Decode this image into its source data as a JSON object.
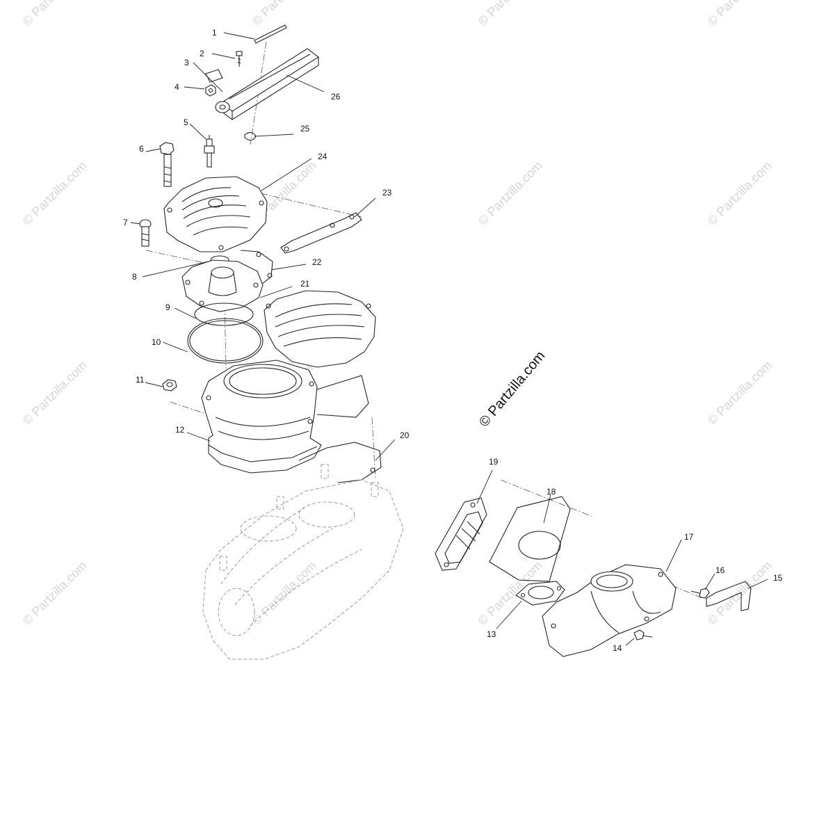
{
  "watermark": {
    "main_text": "© Partzilla.com",
    "repeat_text": "© Partzilla.com"
  },
  "callouts": {
    "p1": "1",
    "p2": "2",
    "p3": "3",
    "p4": "4",
    "p5": "5",
    "p6": "6",
    "p7": "7",
    "p8": "8",
    "p9": "9",
    "p10": "10",
    "p11": "11",
    "p12": "12",
    "p13": "13",
    "p14": "14",
    "p15": "15",
    "p16": "16",
    "p17": "17",
    "p18": "18",
    "p19": "19",
    "p20": "20",
    "p21": "21",
    "p22": "22",
    "p23": "23",
    "p24": "24",
    "p25": "25",
    "p26": "26"
  }
}
